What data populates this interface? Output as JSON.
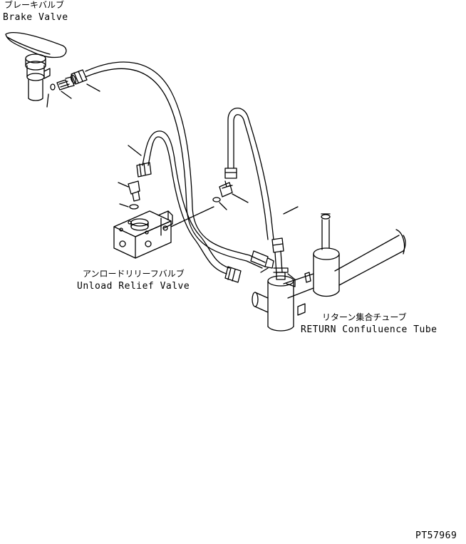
{
  "labels": {
    "brake_valve_jp": "ブレーキバルブ",
    "brake_valve_en": "Brake Valve",
    "unload_relief_valve_jp": "アンロードリリーフバルブ",
    "unload_relief_valve_en": "Unload Relief Valve",
    "return_tube_jp": "リターン集合チューブ",
    "return_tube_en": "RETURN Confuluence Tube"
  },
  "drawing_code": "PT57969",
  "colors": {
    "line": "#000000",
    "background": "#ffffff"
  }
}
